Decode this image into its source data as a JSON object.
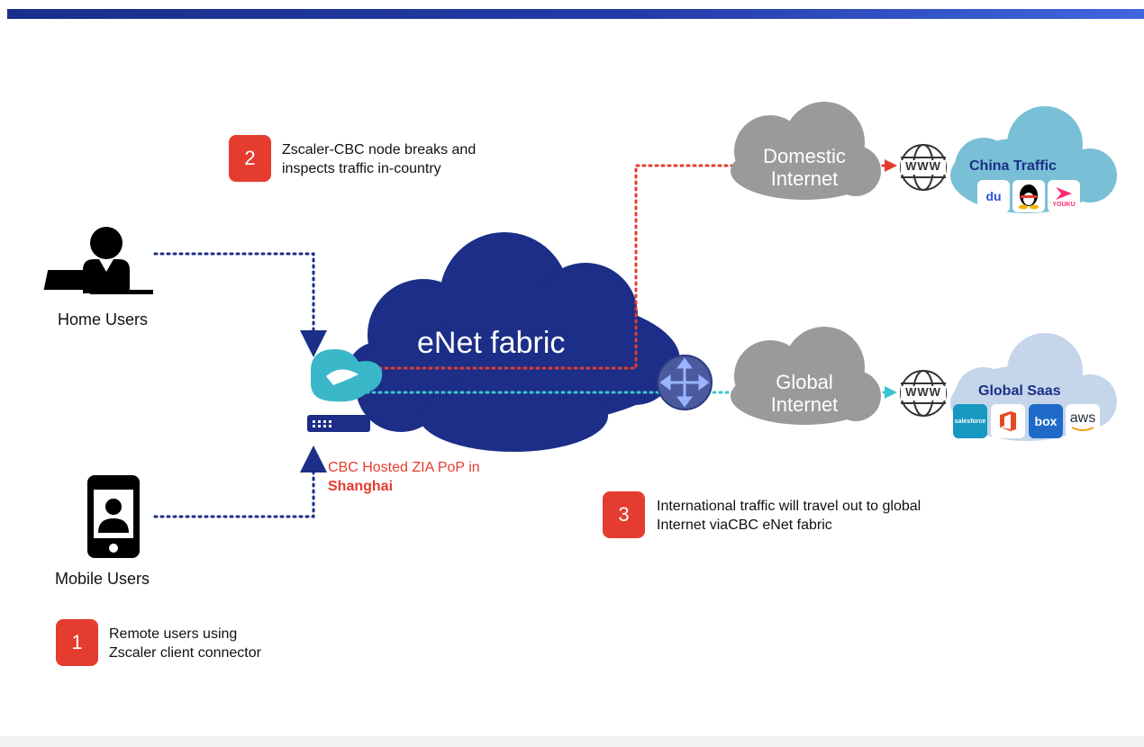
{
  "colors": {
    "navy": "#1c2e87",
    "red": "#e43c2f",
    "cyan": "#3dc4cf",
    "gray_cloud": "#9a9a9a",
    "china_cloud": "#79c0d6",
    "saas_cloud": "#c5d6ea"
  },
  "users": {
    "home_label": "Home Users",
    "mobile_label": "Mobile Users"
  },
  "pop": {
    "line1": "CBC Hosted ZIA PoP in",
    "line2": "Shanghai"
  },
  "fabric": {
    "label": "eNet fabric"
  },
  "domestic": {
    "line1": "Domestic",
    "line2": "Internet"
  },
  "global": {
    "line1": "Global",
    "line2": "Internet"
  },
  "www": "WWW",
  "china": {
    "title": "China Traffic",
    "apps": [
      "baidu-icon",
      "qq-icon",
      "youku-icon"
    ],
    "youku_text": "YOUKU",
    "baidu_text": "du"
  },
  "saas": {
    "title": "Global Saas",
    "apps": [
      "salesforce-icon",
      "office-icon",
      "box-icon",
      "aws-icon"
    ],
    "salesforce_text": "salesforce",
    "box_text": "box",
    "aws_text": "aws"
  },
  "steps": [
    {
      "num": "1",
      "text_line1": "Remote users using",
      "text_line2": "Zscaler client connector"
    },
    {
      "num": "2",
      "text_line1": "Zscaler-CBC node breaks and",
      "text_line2": "inspects traffic in-country"
    },
    {
      "num": "3",
      "text_line1": "International traffic will travel out to global",
      "text_line2": "Internet viaCBC eNet fabric"
    }
  ]
}
